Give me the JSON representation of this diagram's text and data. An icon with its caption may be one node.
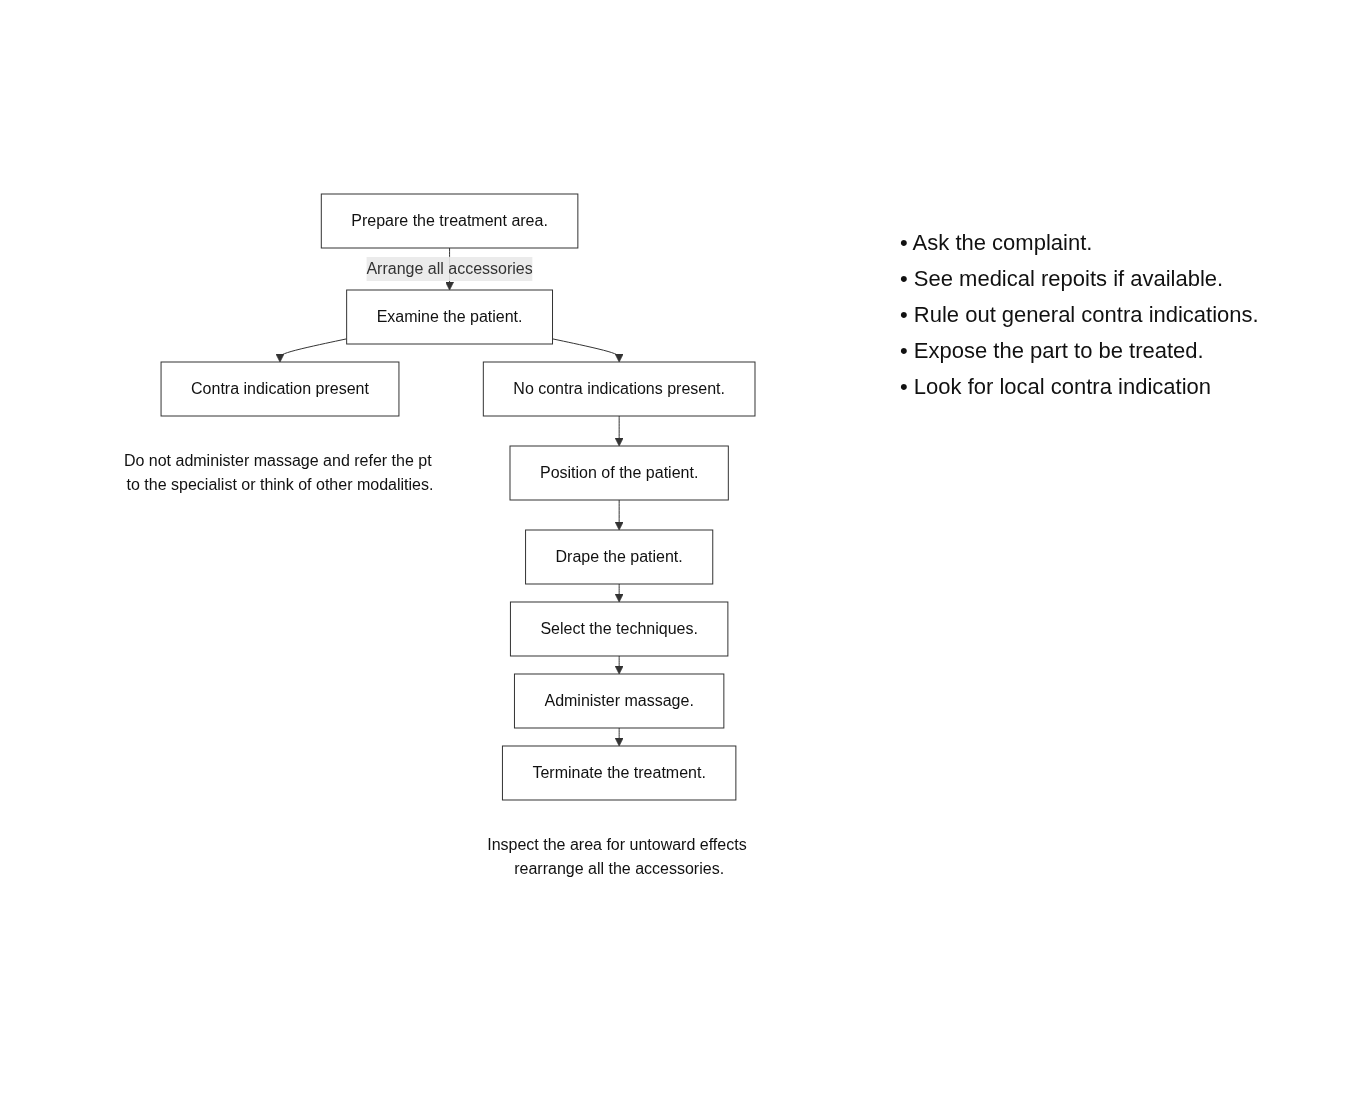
{
  "diagram": {
    "nodes": [
      {
        "text": [
          "Prepare the treatment area."
        ]
      },
      {
        "text": [
          "Examine the patient."
        ]
      },
      {
        "text": [
          "Contra indication present"
        ],
        "beside": [
          "Do not administer massage and refer the pt to the specialist or think of other modalities."
        ]
      },
      {
        "text": [
          "No contra indications present."
        ]
      },
      {
        "text": [
          "Position of the patient."
        ]
      },
      {
        "text": [
          "Drape the patient."
        ]
      },
      {
        "text": [
          "Select the techniques."
        ]
      },
      {
        "text": [
          "Administer massage."
        ]
      },
      {
        "text": [
          "Terminate the treatment."
        ],
        "beside": [
          "Inspect the area for untoward effects rearrange all the accessories."
        ]
      }
    ],
    "edges": [
      {
        "from": 0,
        "to": 1,
        "arrow": "to",
        "label": "Arrange all accessories"
      },
      {
        "from": 1,
        "to": 2,
        "arrow": "to"
      },
      {
        "from": 1,
        "to": 3,
        "arrow": "to"
      },
      {
        "from": 3,
        "to": 4,
        "arrow": "to"
      },
      {
        "from": 4,
        "to": 5,
        "arrow": "to"
      },
      {
        "from": 5,
        "to": 6,
        "arrow": "to"
      },
      {
        "from": 6,
        "to": 7,
        "arrow": "to"
      },
      {
        "from": 7,
        "to": 8,
        "arrow": "to"
      }
    ],
    "labels": [
      "• Ask the complaint.",
      "• See medical repoits if available.",
      "• Rule out general contra indications.",
      "• Expose the part to be treated.",
      "• Look for local contra indication"
    ]
  }
}
